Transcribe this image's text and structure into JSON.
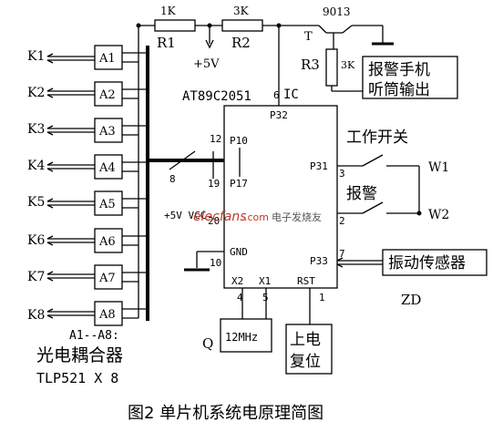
{
  "title": "图2 单片机系统电原理简图",
  "watermark": {
    "logo": "elecfans",
    "domain_text": ".com",
    "cn_text": "电子发烧友"
  },
  "outputs": [
    "K1",
    "K2",
    "K3",
    "K4",
    "K5",
    "K6",
    "K7",
    "K8"
  ],
  "couplers": [
    "A1",
    "A2",
    "A3",
    "A4",
    "A5",
    "A6",
    "A7",
    "A8"
  ],
  "coupler_note": {
    "range": "A1--A8:",
    "name": "光电耦合器",
    "part": "TLP521 X 8"
  },
  "resistors": {
    "r1_value": "1K",
    "r1_label": "R1",
    "r2_value": "3K",
    "r2_label": "R2",
    "r3_label": "R3",
    "r3_value": "3K"
  },
  "supply": "+5V",
  "transistor": {
    "part": "9013",
    "label": "T"
  },
  "alarm_phone_box": [
    "报警手机",
    "听筒输出"
  ],
  "mcu": {
    "name": "AT89C2051",
    "ic_label": "IC",
    "pin_p32_num": "6",
    "p32": "P32",
    "p10": "P10",
    "p17": "P17",
    "pin12": "12",
    "pin19": "19",
    "bus_count": "8",
    "p31": "P31",
    "pin3": "3",
    "p33": "P33",
    "pin7": "7",
    "gnd": "GND",
    "pin10": "10",
    "vcc": "+5V VCC",
    "pin20": "20",
    "pin2": "2",
    "x2": "X2",
    "x1": "X1",
    "rst": "RST",
    "pin4": "4",
    "pin5": "5",
    "pin1": "1"
  },
  "work_switch": "工作开关",
  "alarm": "报警",
  "switch_w1": "W1",
  "switch_w2": "W2",
  "vibration_box": "振动传感器",
  "zd": "ZD",
  "crystal": {
    "q": "Q",
    "freq": "12MHz"
  },
  "reset_box": [
    "上电",
    "复位"
  ]
}
